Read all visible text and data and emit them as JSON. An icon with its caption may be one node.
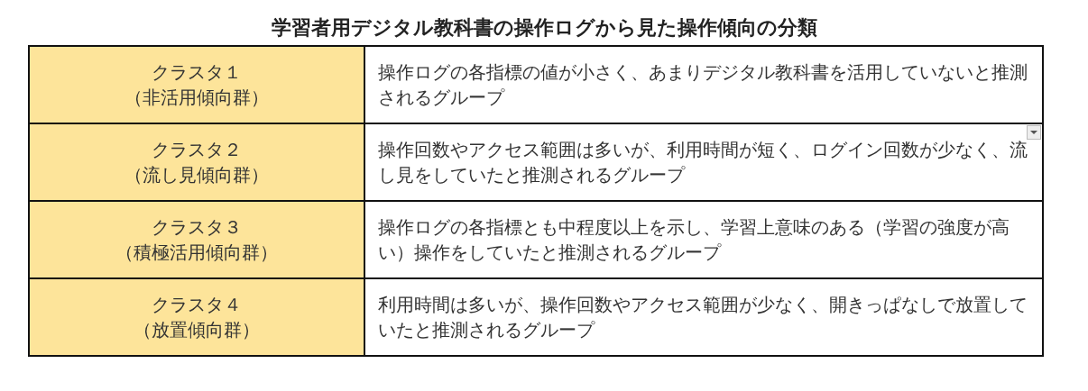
{
  "diagram": {
    "title": "学習者用デジタル教科書の操作ログから見た操作傾向の分類",
    "labels": [
      "クラスタ１",
      "（非活用傾向群）",
      "操作ログの各指標の値が小さく、あまりデジタル教科書を活用していないと推測されるグループ",
      "クラスタ２",
      "（流し見傾向群）",
      "操作回数やアクセス範囲は多いが、利用時間が短く、ログイン回数が少なく、流し見をしていたと推測されるグループ",
      "クラスタ３",
      "（積極活用傾向群）",
      "操作ログの各指標とも中程度以上を示し、学習上意味のある（学習の強度が高い）操作をしていたと推測されるグループ",
      "クラスタ４",
      "（放置傾向群）",
      "利用時間は多いが、操作回数やアクセス範囲が少なく、開きっぱなしで放置していたと推測されるグループ"
    ]
  }
}
